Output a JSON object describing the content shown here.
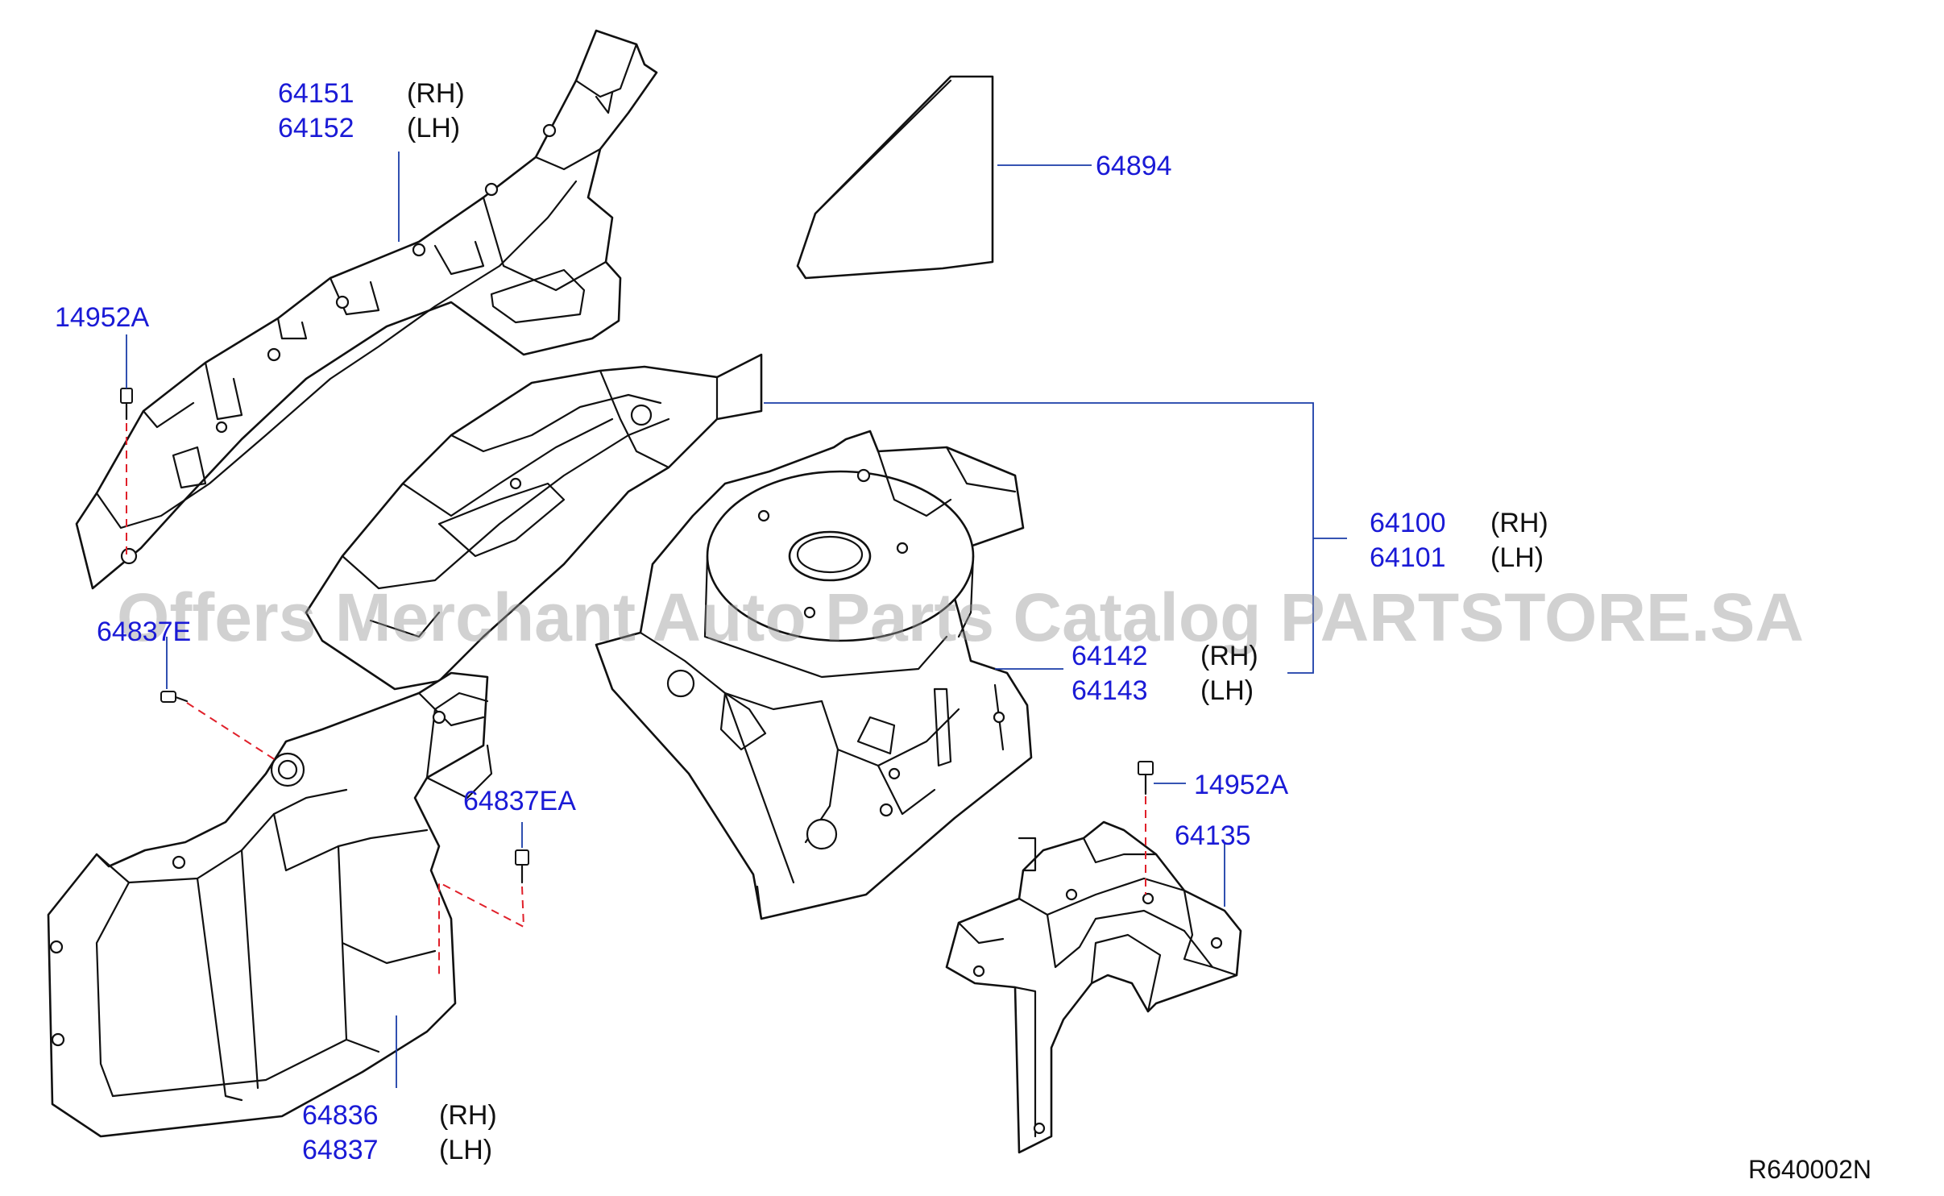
{
  "labels": {
    "p64151": "64151",
    "p64152": "64152",
    "rh1": "(RH)",
    "lh1": "(LH)",
    "p14952A_top": "14952A",
    "p64894": "64894",
    "p64100": "64100",
    "p64101": "64101",
    "rh2": "(RH)",
    "lh2": "(LH)",
    "p64142": "64142",
    "p64143": "64143",
    "rh3": "(RH)",
    "lh3": "(LH)",
    "p64837E": "64837E",
    "p64837EA": "64837EA",
    "p14952A_right": "14952A",
    "p64135": "64135",
    "p64836": "64836",
    "p64837": "64837",
    "rh4": "(RH)",
    "lh4": "(LH)",
    "diagram_ref": "R640002N"
  },
  "watermark": "Offers Merchant Auto Parts Catalog PARTSTORE.SA",
  "colors": {
    "part_number": "#1a1ad6",
    "leader_line": "#1a3ca8",
    "fastener_path": "#e0202a",
    "outline": "#111111",
    "watermark": "#9a9a9a"
  }
}
